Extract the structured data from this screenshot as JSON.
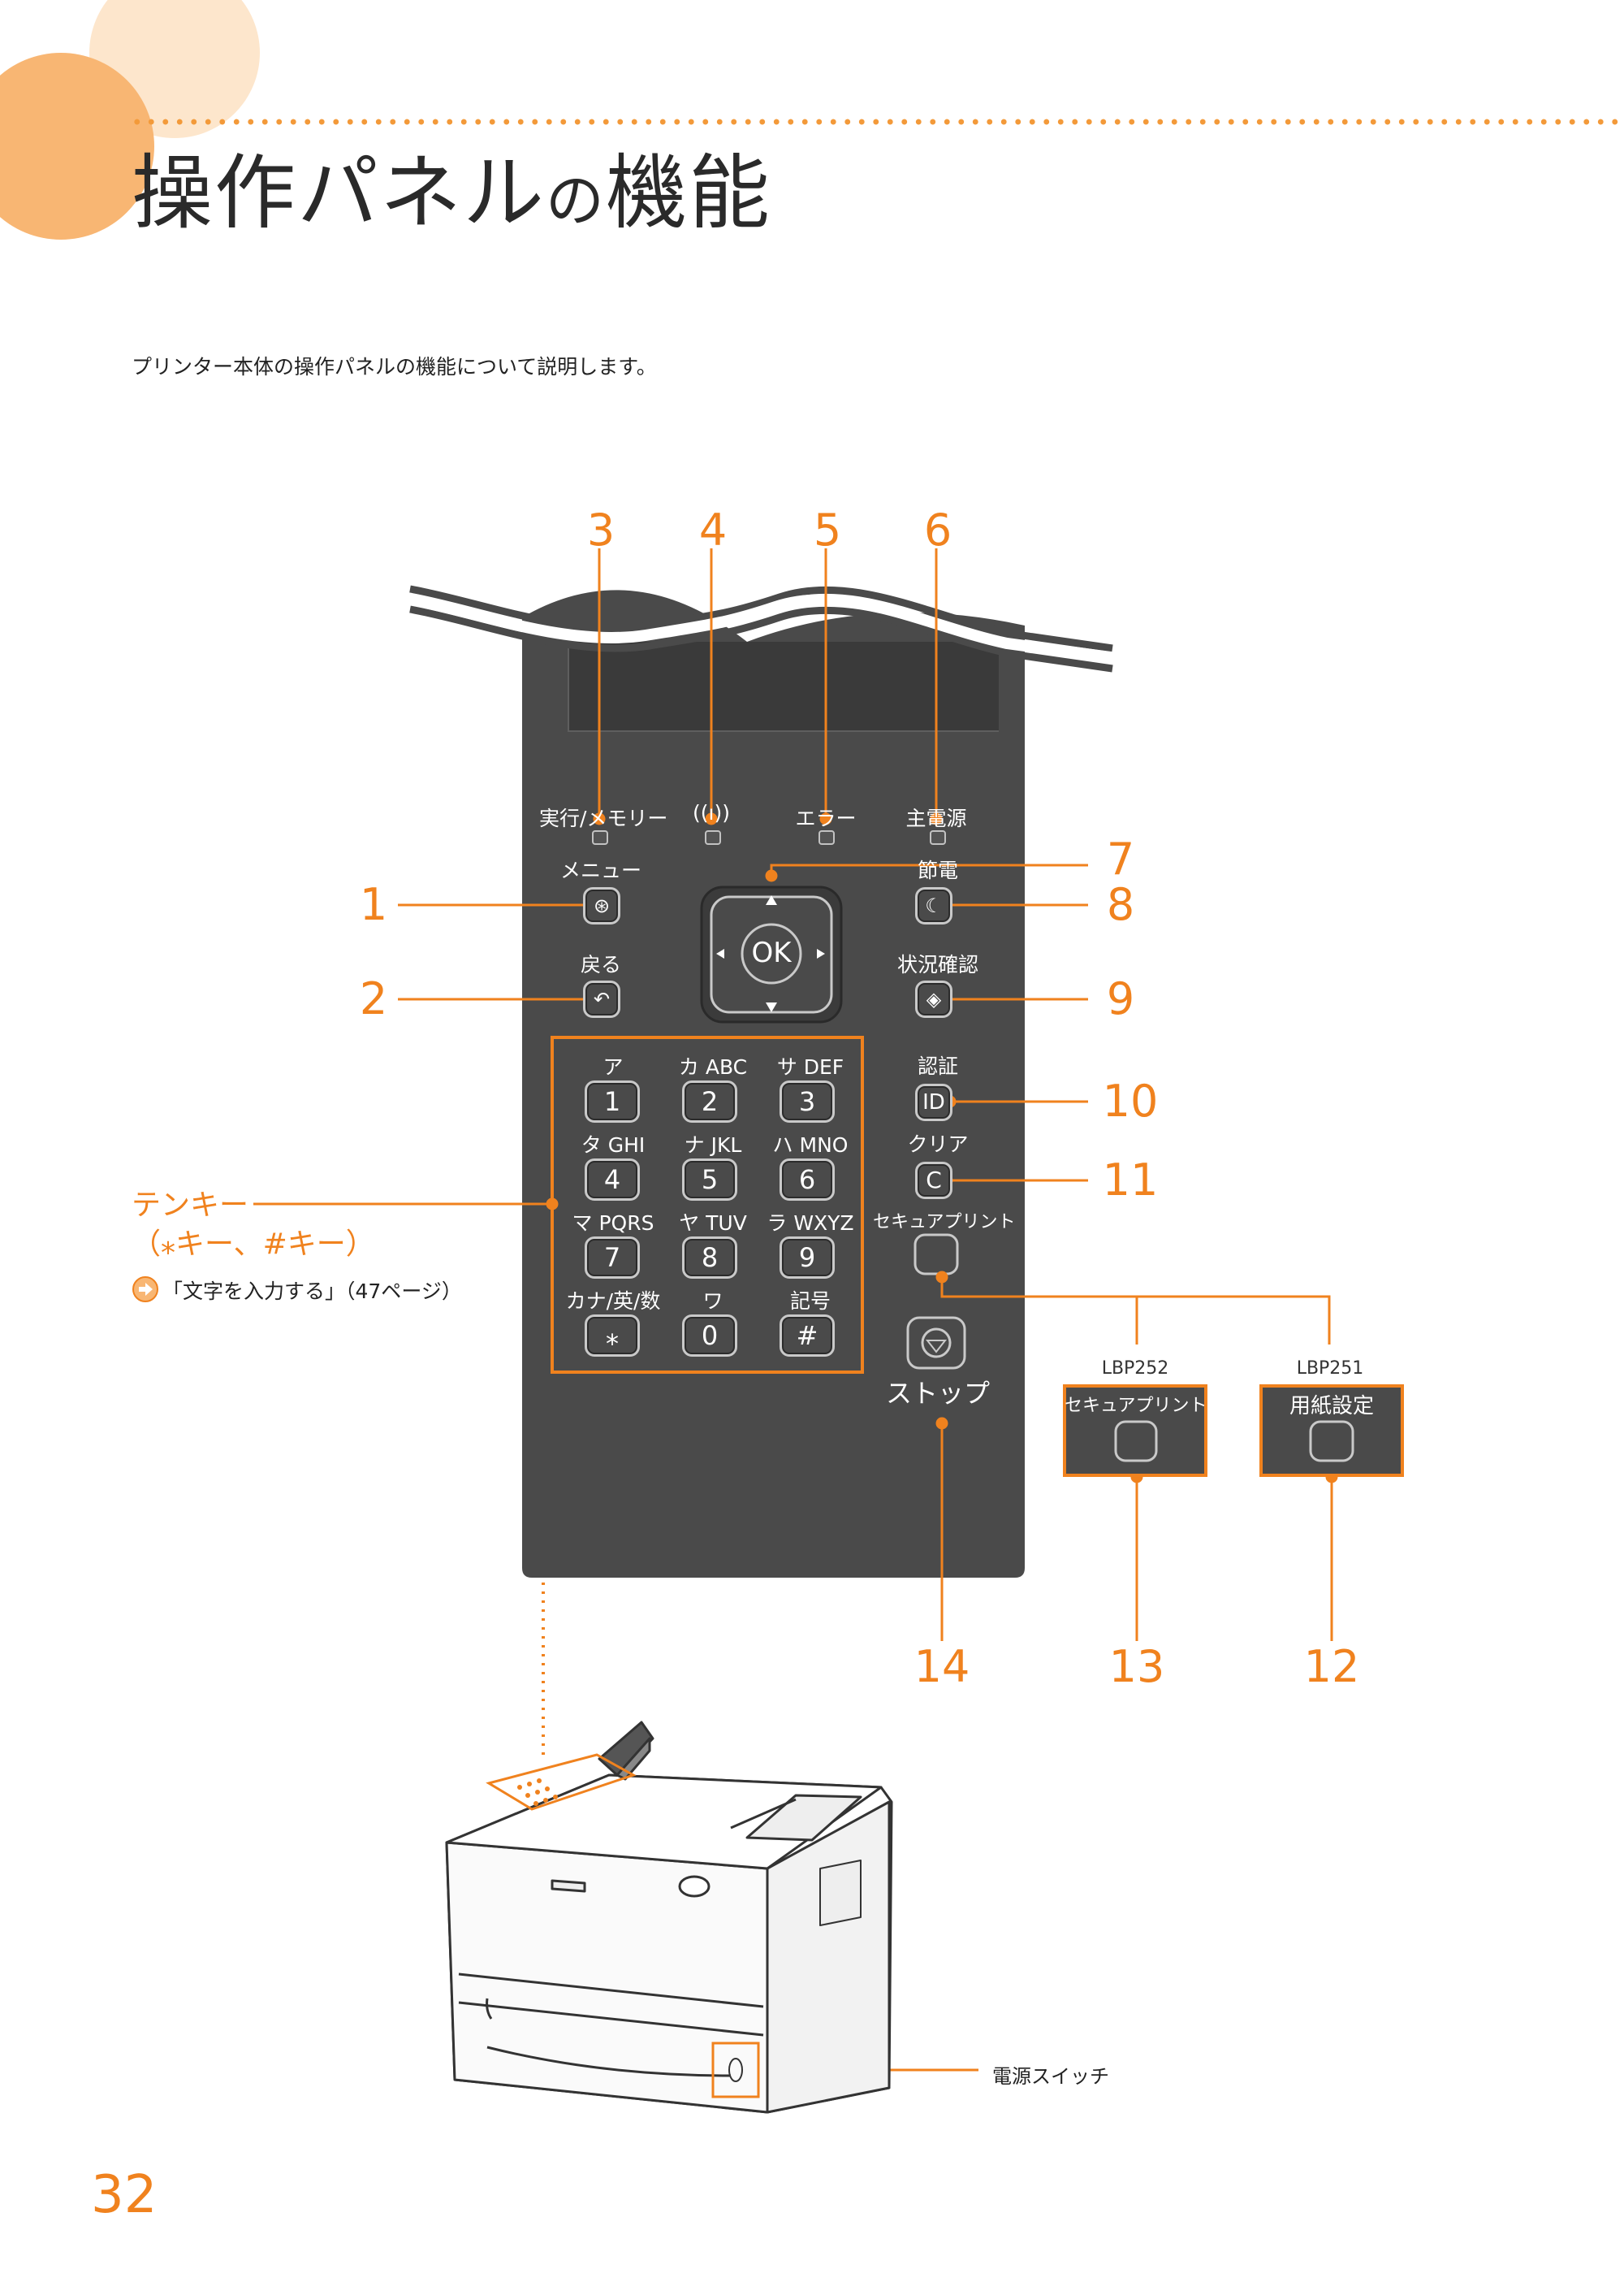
{
  "header": {
    "title_main": "操作パネル",
    "title_no": "の",
    "title_tail": "機能",
    "intro": "プリンター本体の操作パネルの機能について説明します。"
  },
  "callouts": [
    "1",
    "2",
    "3",
    "4",
    "5",
    "6",
    "7",
    "8",
    "9",
    "10",
    "11",
    "12",
    "13",
    "14"
  ],
  "panel": {
    "indicators": {
      "execute_memory": "実行/メモリー",
      "wifi": "((ı))",
      "error": "エラー",
      "main_power": "主電源"
    },
    "menu_label": "メニュー",
    "back_label": "戻る",
    "energy_label": "節電",
    "status_label": "状況確認",
    "auth_label": "認証",
    "clear_label": "クリア",
    "secure_label": "セキュアプリント",
    "stop_label": "ストップ",
    "ok_label": "OK",
    "id_label": "ID",
    "c_label": "C",
    "keypad": [
      {
        "sub": "ア",
        "key": "1"
      },
      {
        "sub": "カ ABC",
        "key": "2"
      },
      {
        "sub": "サ DEF",
        "key": "3"
      },
      {
        "sub": "タ GHI",
        "key": "4"
      },
      {
        "sub": "ナ JKL",
        "key": "5"
      },
      {
        "sub": "ハ MNO",
        "key": "6"
      },
      {
        "sub": "マ PQRS",
        "key": "7"
      },
      {
        "sub": "ヤ TUV",
        "key": "8"
      },
      {
        "sub": "ラ WXYZ",
        "key": "9"
      },
      {
        "sub": "カナ/英/数",
        "key": "⁎"
      },
      {
        "sub": "ワ",
        "key": "0"
      },
      {
        "sub": "記号",
        "key": "#"
      }
    ]
  },
  "tenkey": {
    "title_line1": "テンキー",
    "title_line2": "（⁎キー、#キー）",
    "ref": "「文字を入力する」（47ページ）"
  },
  "models": {
    "lbp252": "LBP252",
    "lbp252_button": "セキュアプリント",
    "lbp251": "LBP251",
    "lbp251_button": "用紙設定"
  },
  "power_switch_label": "電源スイッチ",
  "page_number": "32",
  "colors": {
    "accent": "#f0821e",
    "panel": "#4a4a4a",
    "light_accent": "#f8b673"
  }
}
